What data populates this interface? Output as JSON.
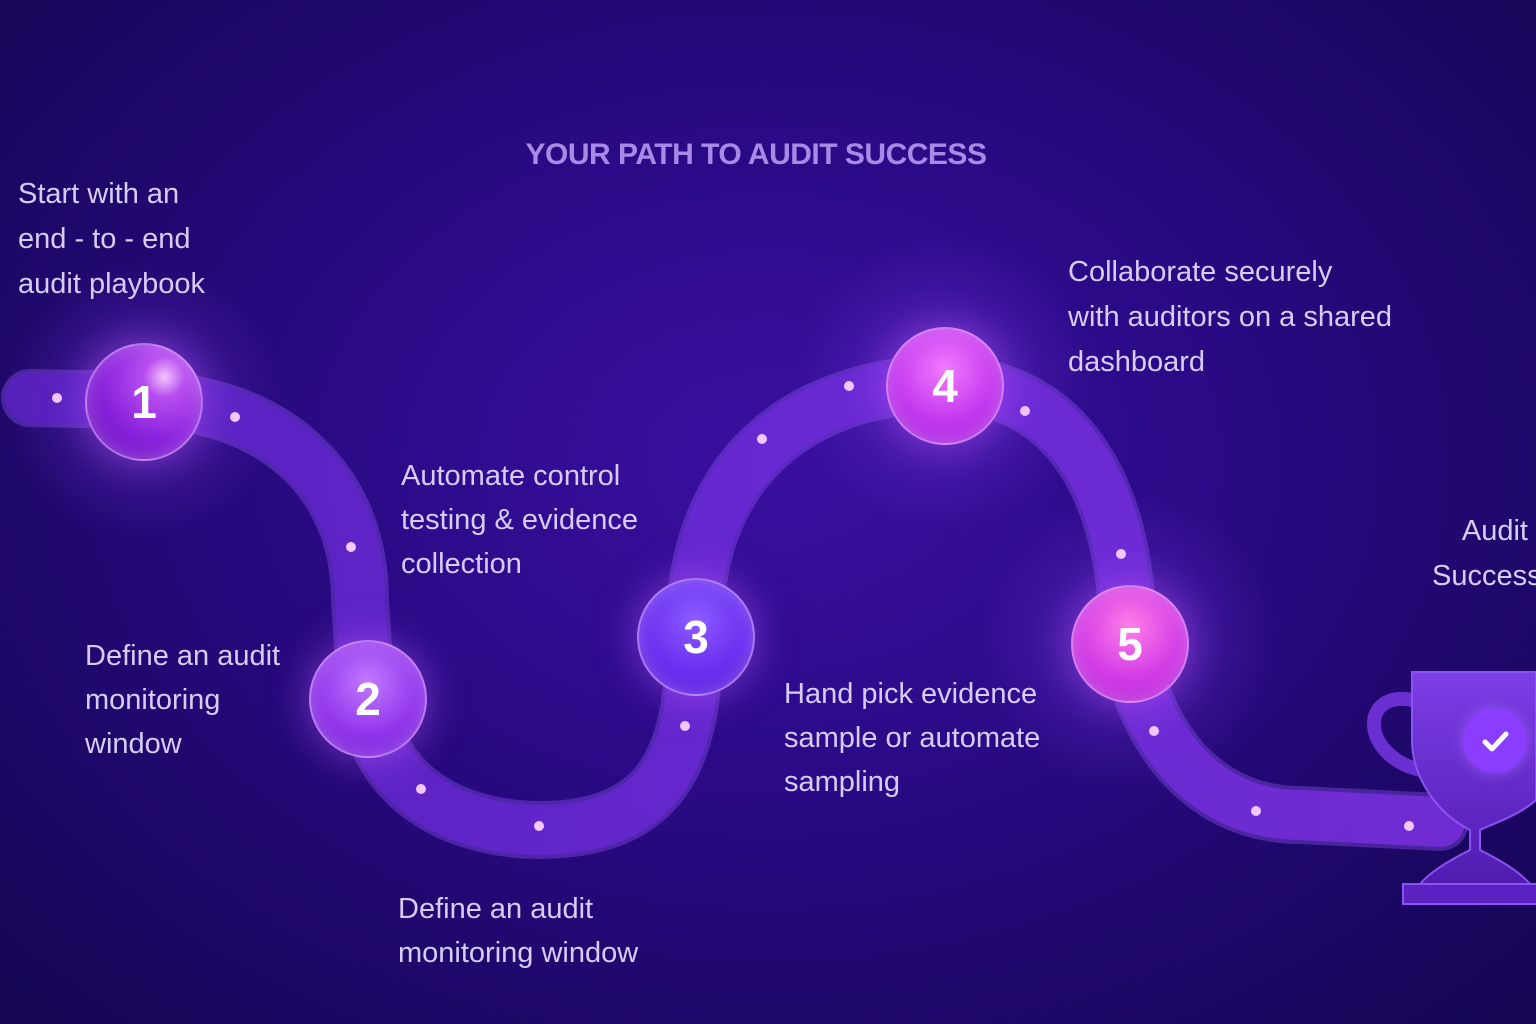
{
  "header": {
    "title": "YOUR PATH TO AUDIT SUCCESS"
  },
  "steps": [
    {
      "number": "1",
      "lines": [
        "Start with an",
        "end - to - end",
        "audit playbook"
      ]
    },
    {
      "number": "2",
      "lines": [
        "Define an audit",
        "monitoring",
        "window"
      ]
    },
    {
      "number": "3",
      "lines": [
        "Automate control",
        "testing & evidence",
        "collection"
      ]
    },
    {
      "number": "4",
      "lines": [
        "Collaborate securely",
        "with auditors on a shared",
        "dashboard"
      ]
    },
    {
      "number": "5",
      "lines": [
        "Hand pick evidence",
        "sample or automate",
        "sampling"
      ]
    }
  ],
  "extra_label": {
    "lines": [
      "Define an audit",
      "monitoring window"
    ]
  },
  "goal": {
    "lines": [
      "Audit",
      "Success"
    ],
    "icon": "trophy-icon",
    "badge_icon": "checkmark-icon"
  },
  "colors": {
    "background": "#2a0a86",
    "title": "#a88ae6",
    "text": "#d8ccf6",
    "path": "#6a2fd0",
    "dot": "#f3c8ff",
    "check_badge": "#8a3cff"
  }
}
